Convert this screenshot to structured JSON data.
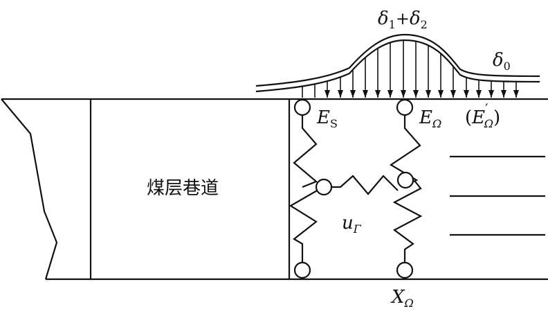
{
  "labels": {
    "roadway": "煤层巷道",
    "load_peak": {
      "main": "δ",
      "sub1": "1",
      "plus": "+",
      "main2": "δ",
      "sub2": "2"
    },
    "load_base": {
      "main": "δ",
      "sub": "0"
    },
    "es": {
      "main": "E",
      "sub": "S"
    },
    "e_omega": {
      "main": "E",
      "sub": "Ω"
    },
    "e_omega_prime": {
      "open": "(",
      "main": "E",
      "prime": "′",
      "sub": "Ω",
      "close": ")"
    },
    "u_gamma": {
      "main": "u",
      "sub": "Γ"
    },
    "x_omega": {
      "main": "X",
      "sub": "Ω"
    }
  }
}
